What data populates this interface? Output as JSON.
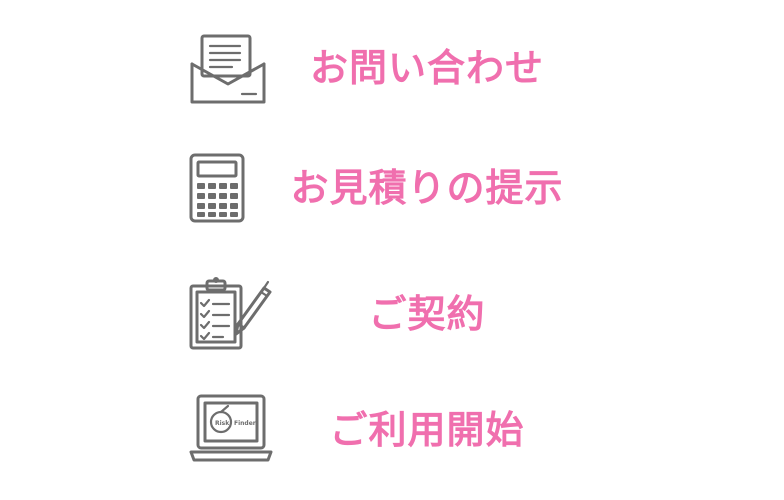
{
  "steps": [
    {
      "icon": "envelope-document-icon",
      "label": "お問い合わせ"
    },
    {
      "icon": "calculator-icon",
      "label": "お見積りの提示"
    },
    {
      "icon": "clipboard-checklist-pen-icon",
      "label": "ご契約"
    },
    {
      "icon": "laptop-riskfinder-icon",
      "label": "ご利用開始",
      "screen_logo": [
        "Risk",
        "Finder"
      ]
    }
  ],
  "colors": {
    "label": "#f06fae",
    "icon": "#6d6d6d",
    "background": "#ffffff"
  }
}
